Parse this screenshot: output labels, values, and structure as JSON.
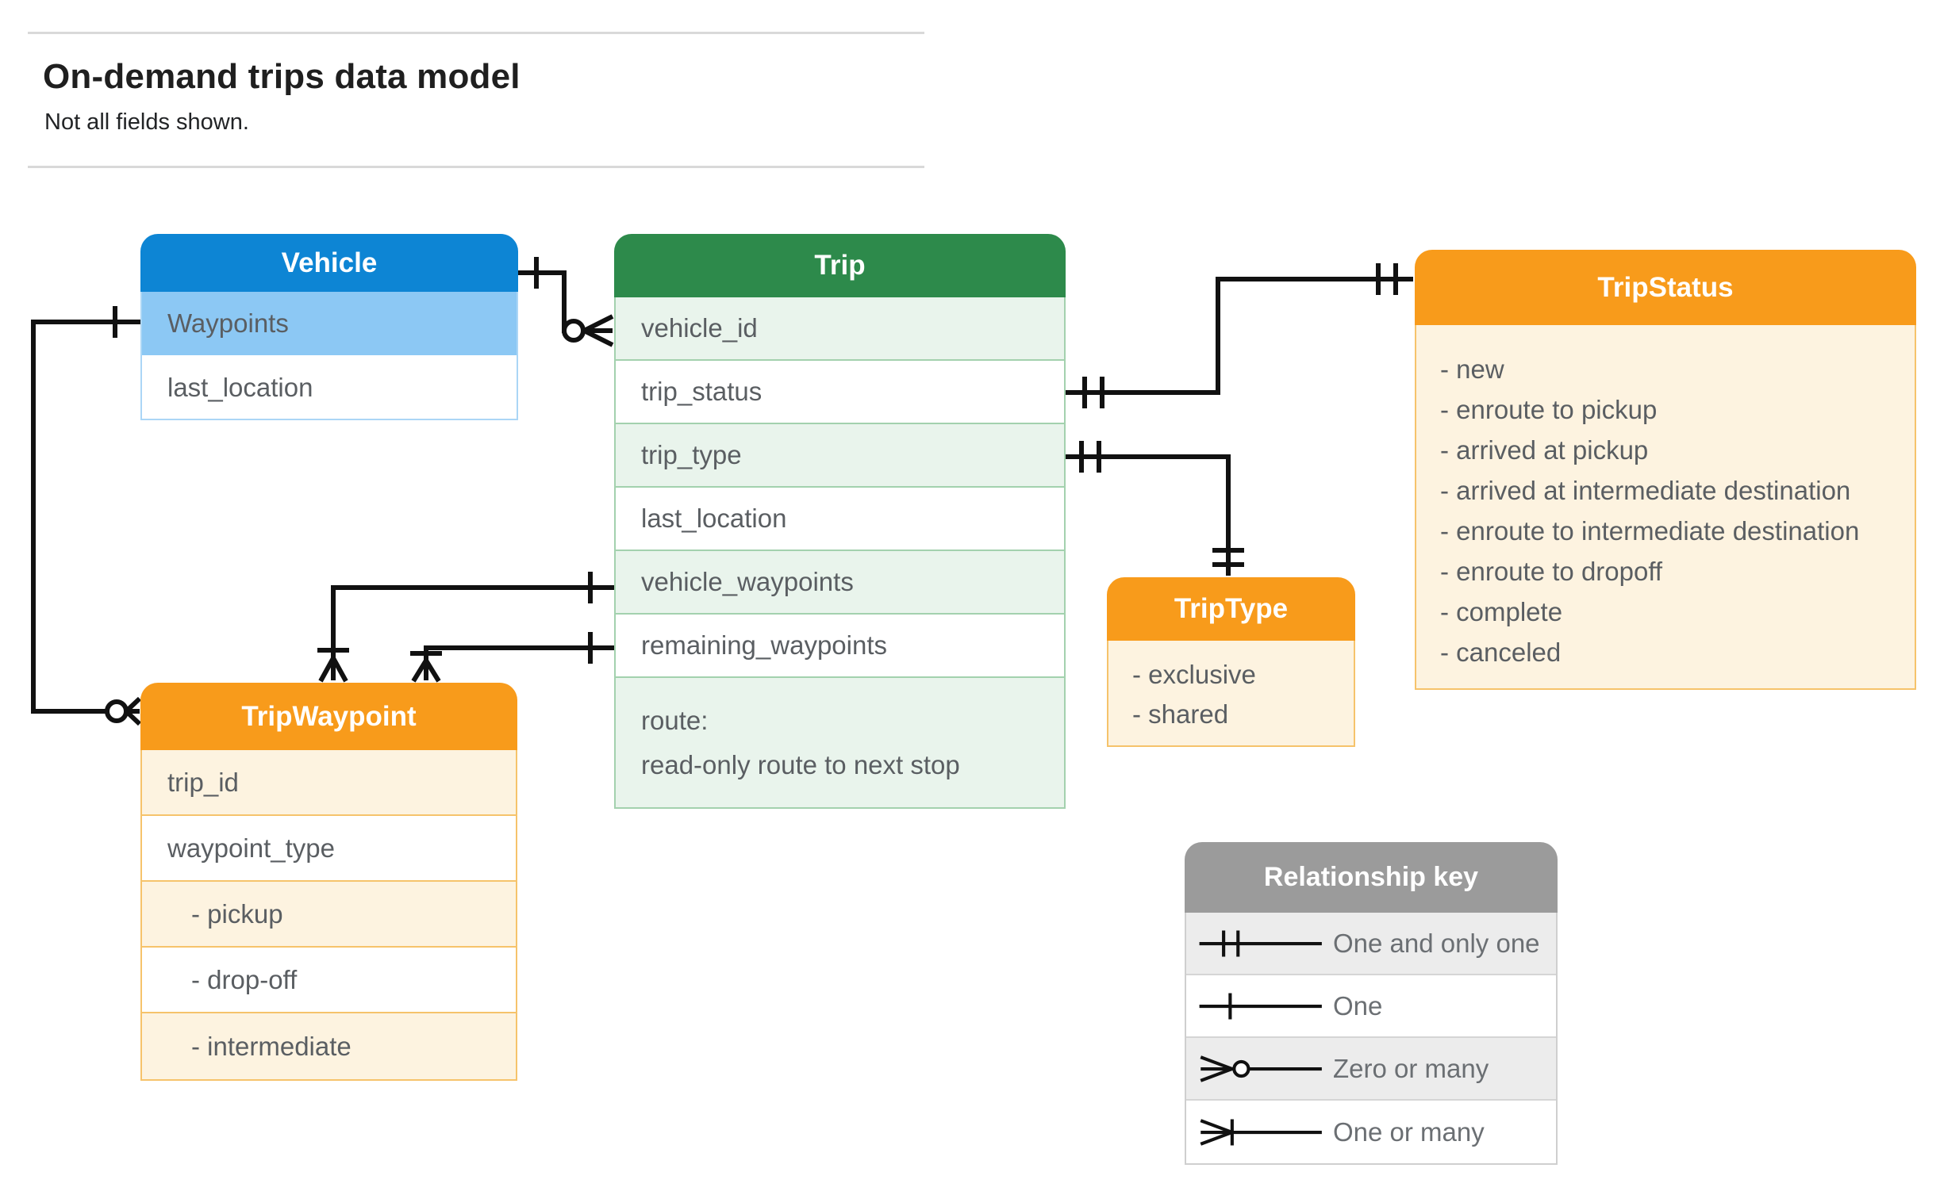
{
  "header": {
    "title": "On-demand trips data model",
    "subtitle": "Not all fields shown."
  },
  "entities": {
    "vehicle": {
      "title": "Vehicle",
      "fields": [
        "Waypoints",
        "last_location"
      ]
    },
    "trip": {
      "title": "Trip",
      "fields": [
        "vehicle_id",
        "trip_status",
        "trip_type",
        "last_location",
        "vehicle_waypoints",
        "remaining_waypoints"
      ],
      "route_line1": "route:",
      "route_line2": "read-only route to next stop"
    },
    "tripstatus": {
      "title": "TripStatus",
      "values": [
        "- new",
        "- enroute to pickup",
        "- arrived at pickup",
        "- arrived at intermediate destination",
        "- enroute to intermediate destination",
        "- enroute to dropoff",
        "- complete",
        "- canceled"
      ]
    },
    "triptype": {
      "title": "TripType",
      "values": [
        "- exclusive",
        "- shared"
      ]
    },
    "tripwaypoint": {
      "title": "TripWaypoint",
      "fields": [
        "trip_id",
        "waypoint_type"
      ],
      "values": [
        "- pickup",
        "- drop-off",
        "- intermediate"
      ]
    }
  },
  "legend": {
    "title": "Relationship key",
    "items": [
      {
        "symbol": "one-and-only-one",
        "label": "One and only one"
      },
      {
        "symbol": "one",
        "label": "One"
      },
      {
        "symbol": "zero-or-many",
        "label": "Zero or many"
      },
      {
        "symbol": "one-or-many",
        "label": "One or many"
      }
    ]
  },
  "colors": {
    "vehicle_header": "#0d85d4",
    "vehicle_highlight_row": "#8cc8f4",
    "trip_header": "#2d8a4b",
    "trip_row_tint": "#e9f4ec",
    "orange_header": "#f89b1b",
    "orange_row_tint": "#fdf3e0",
    "legend_header": "#9b9b9b",
    "legend_row_tint": "#ececec",
    "connector": "#111111",
    "row_text": "#5a5e62"
  }
}
